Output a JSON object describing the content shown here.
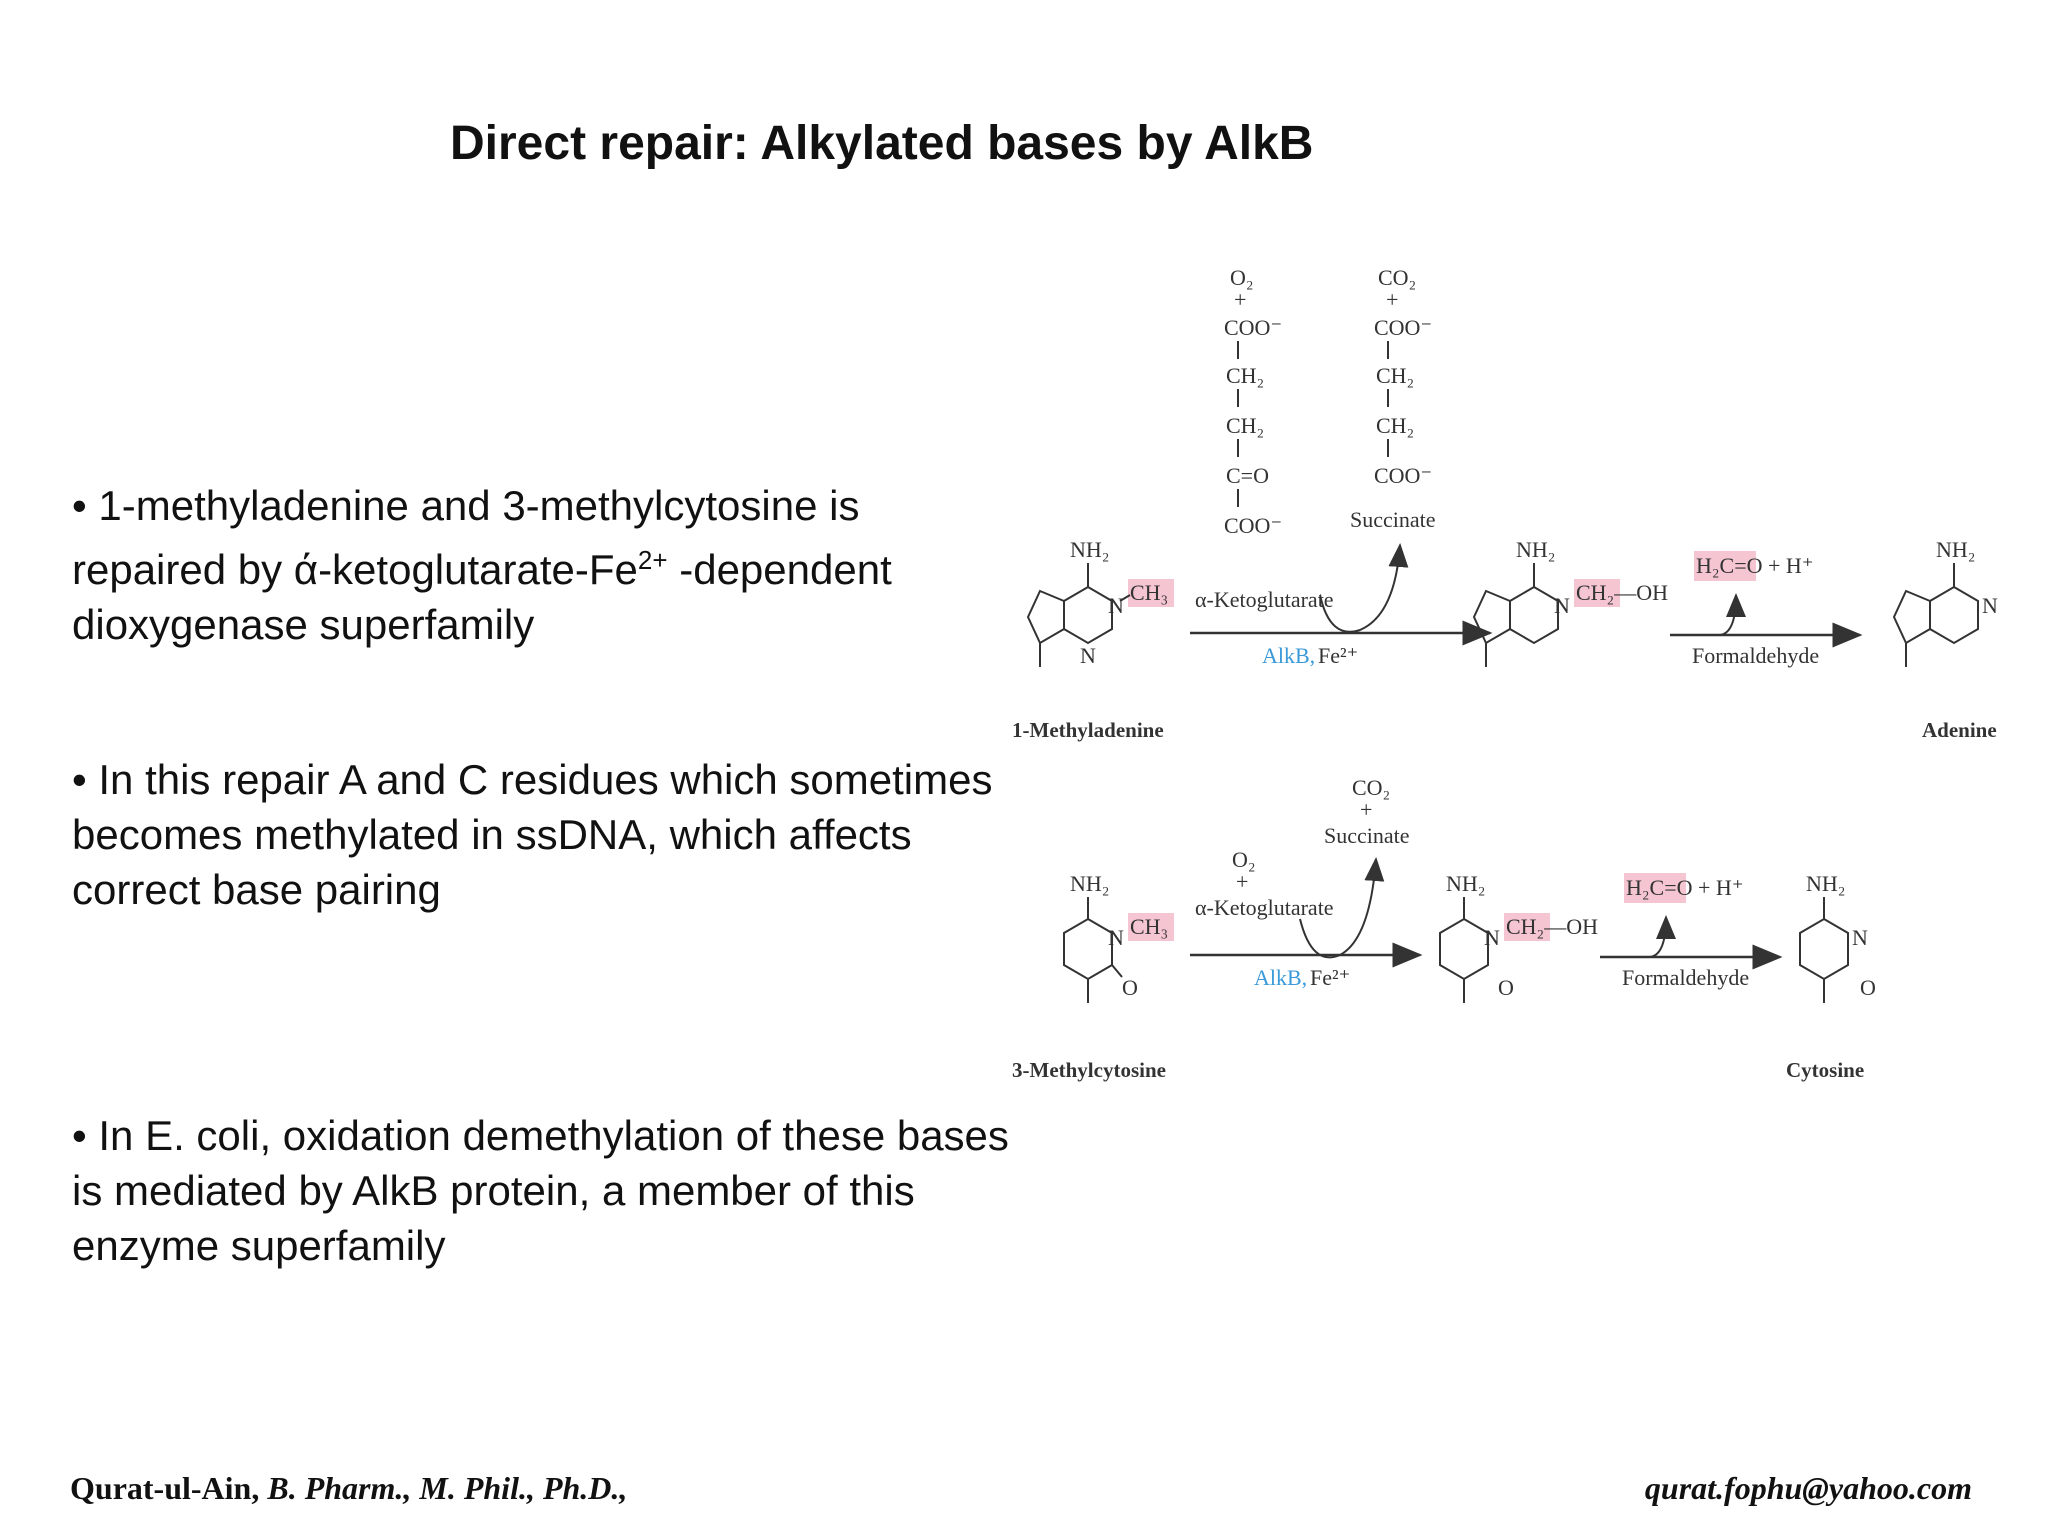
{
  "title": "Direct repair: Alkylated bases by AlkB",
  "bullets": [
    {
      "pre": "• 1-methyladenine and 3-methylcytosine is repaired  by ά-ketoglutarate-Fe",
      "sup": "2+",
      "post": " -dependent dioxygenase superfamily"
    },
    {
      "text": "• In this repair A and C residues which sometimes becomes methylated in ssDNA, which affects correct base pairing"
    },
    {
      "text": "• In E. coli, oxidation demethylation of these bases is mediated by AlkB protein, a member of this enzyme superfamily"
    }
  ],
  "footer": {
    "author": "Qurat-ul-Ain,",
    "credentials": " B. Pharm., M. Phil., Ph.D.,",
    "email": "qurat.fophu@yahoo.com"
  },
  "diagram": {
    "top": {
      "substrate": "1-Methyladenine",
      "product": "Adenine",
      "cosubstrate_stack": [
        "O₂",
        "+",
        "COO⁻",
        "CH₂",
        "CH₂",
        "C=O",
        "COO⁻"
      ],
      "cosubstrate_name": "α-Ketoglutarate",
      "coproduct_stack": [
        "CO₂",
        "+",
        "COO⁻",
        "CH₂",
        "CH₂",
        "COO⁻"
      ],
      "coproduct_name": "Succinate",
      "enzyme": "AlkB,",
      "cofactor": "Fe²⁺",
      "intermediate_group": "CH₂—OH",
      "release": "H₂C=O + H⁺",
      "release_name": "Formaldehyde"
    },
    "bottom": {
      "substrate": "3-Methylcytosine",
      "product": "Cytosine",
      "o2": "O₂",
      "plus": "+",
      "cosubstrate_name": "α-Ketoglutarate",
      "co2": "CO₂",
      "coproduct_name": "Succinate",
      "enzyme": "AlkB,",
      "cofactor": "Fe²⁺",
      "intermediate_group": "CH₂—OH",
      "release": "H₂C=O + H⁺",
      "release_name": "Formaldehyde"
    },
    "atoms": {
      "nh2": "NH₂",
      "ch3": "CH₃",
      "n": "N",
      "nplus": "N",
      "plus_charge": "+",
      "o": "O"
    }
  }
}
